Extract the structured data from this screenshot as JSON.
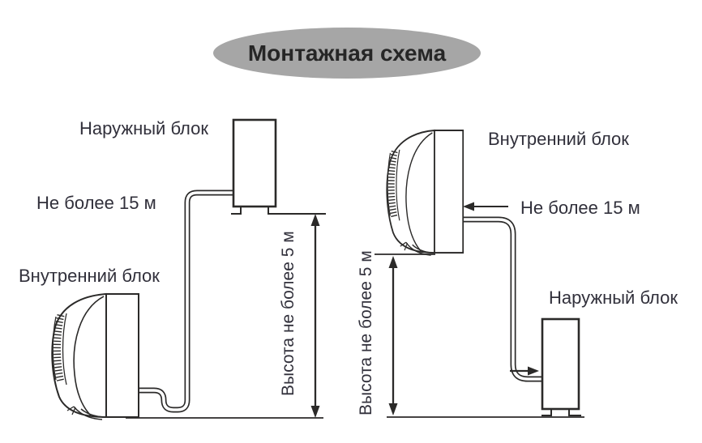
{
  "title": {
    "text": "Монтажная схема"
  },
  "diagrams": {
    "left": {
      "outdoor_unit_label": "Наружный блок",
      "max_distance_label": "Не более 15 м",
      "indoor_unit_label": "Внутренний блок",
      "max_height_label": "Высота не более 5 м"
    },
    "right": {
      "indoor_unit_label": "Внутренний блок",
      "max_distance_label": "Не более 15 м",
      "outdoor_unit_label": "Наружный блок",
      "max_height_label": "Высота не более 5 м"
    }
  },
  "colors": {
    "ellipse_fill": "#a6a6a6",
    "line": "#2b2a29",
    "label_text": "#31303b",
    "title_text": "#262626"
  }
}
